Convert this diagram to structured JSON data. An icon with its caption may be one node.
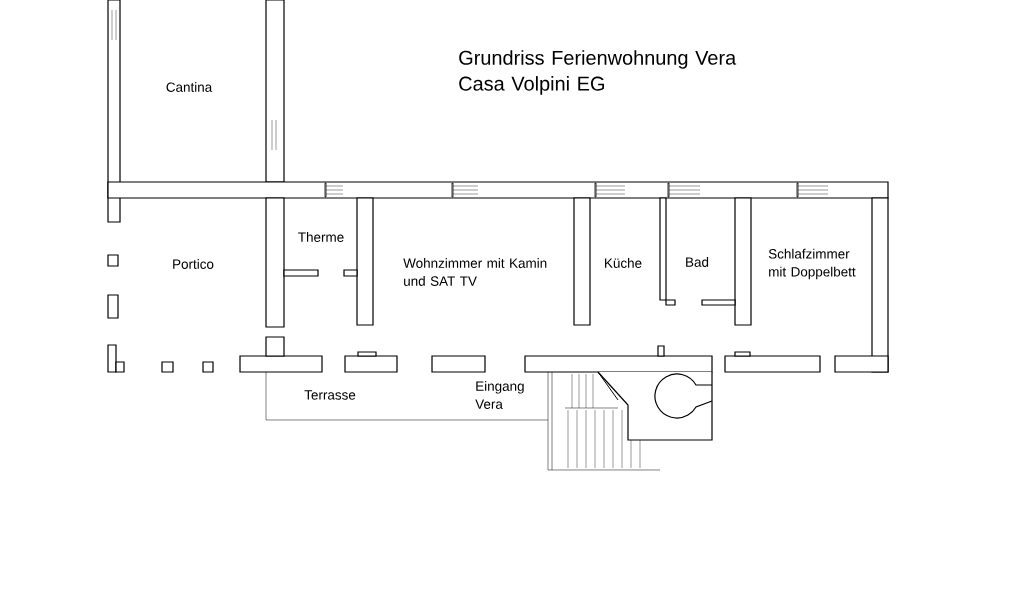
{
  "diagram": {
    "title": "Grundriss Ferienwohnung Vera Casa Volpini EG",
    "labels": [
      "Cantina",
      "Therme",
      "Portico",
      "Wohnzimmer mit Kamin und SAT TV",
      "Küche",
      "Bad",
      "Schlafzimmer mit Doppelbett",
      "Terrasse",
      "Eingang Vera"
    ]
  }
}
